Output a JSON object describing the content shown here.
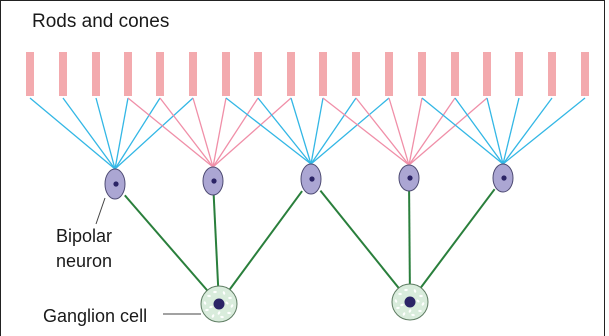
{
  "labels": {
    "title": "Rods and cones",
    "bipolar_line1": "Bipolar",
    "bipolar_line2": "neuron",
    "ganglion": "Ganglion cell"
  },
  "colors": {
    "photoreceptor": "#f3aaae",
    "blue_connection": "#33b7e5",
    "pink_connection": "#f08fa8",
    "green_connection": "#2a7f3c",
    "bipolar_fill": "#aba6d3",
    "bipolar_stroke": "#4e4b73",
    "nucleus": "#2b2466",
    "ganglion_fill": "#d9ecdc",
    "ganglion_stroke": "#5e7c62",
    "ganglion_spots": "#ffffff",
    "pointer_line": "#444444"
  }
}
